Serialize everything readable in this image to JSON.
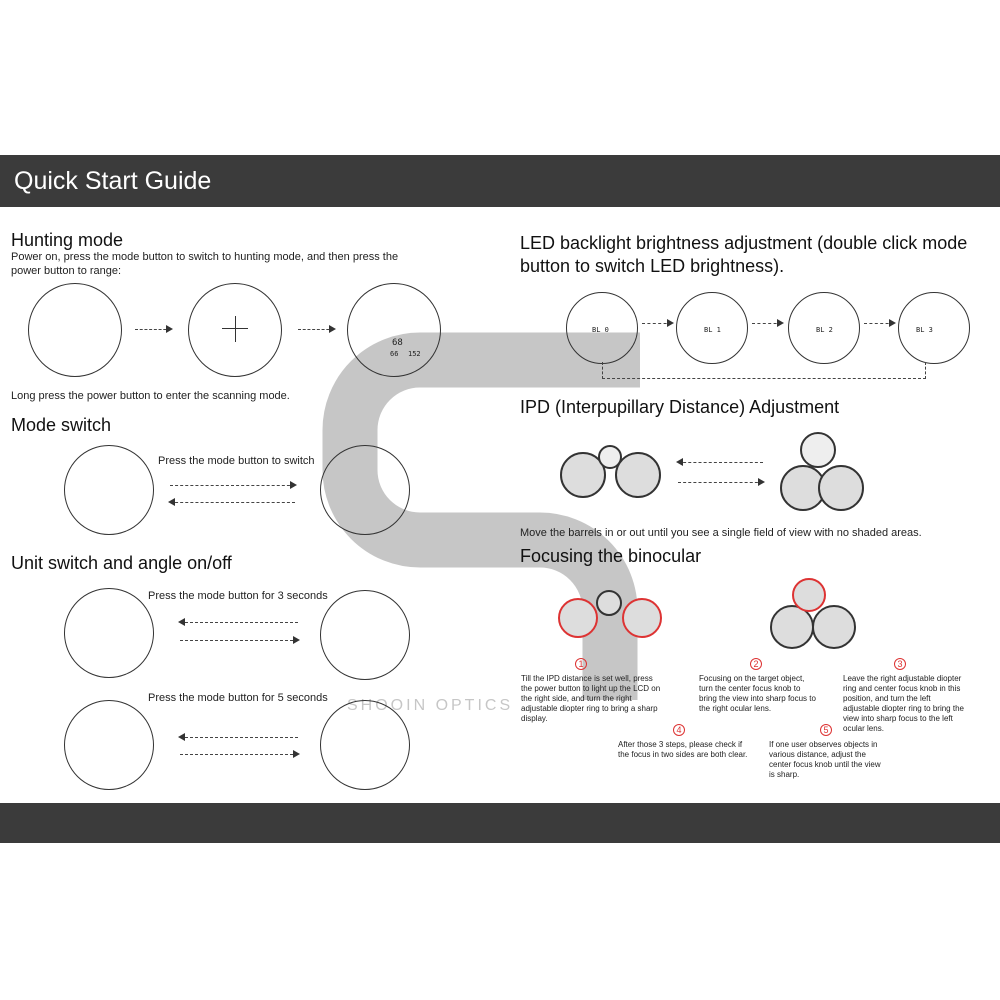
{
  "header": {
    "title": "Quick Start Guide"
  },
  "hunting": {
    "title": "Hunting mode",
    "desc": "Power on, press the mode button to switch to hunting mode, and then press the power button to range:",
    "note": "Long press the power button to enter the scanning mode.",
    "lcd_distance": "68",
    "lcd_angle": "66",
    "lcd_height": "152"
  },
  "mode_switch": {
    "title": "Mode switch",
    "instruction": "Press the mode button to switch"
  },
  "unit": {
    "title": "Unit switch and angle on/off",
    "instr_3s": "Press the mode button for 3 seconds",
    "instr_5s": "Press the mode button for 5 seconds"
  },
  "led": {
    "title": "LED backlight brightness adjustment (double click mode button to switch LED brightness).",
    "levels": [
      "BL 0",
      "BL 1",
      "BL 2",
      "BL 3"
    ]
  },
  "ipd": {
    "title": "IPD (Interpupillary Distance) Adjustment",
    "desc": "Move the barrels in or out until you see a single field of view with no shaded areas."
  },
  "focus": {
    "title": "Focusing the binocular",
    "steps": [
      {
        "n": "1",
        "text": "Till the IPD distance is set well, press the power button to light up the LCD on the right side, and turn the right adjustable diopter ring to bring a sharp display."
      },
      {
        "n": "2",
        "text": "Focusing on the target object, turn the center focus knob to bring the view into sharp focus to the right ocular lens."
      },
      {
        "n": "3",
        "text": "Leave the right adjustable diopter ring and center focus knob in this position, and turn the left adjustable diopter ring to bring the view into sharp focus to the left ocular lens."
      },
      {
        "n": "4",
        "text": "After those 3 steps, please check if the focus in two sides are both clear."
      },
      {
        "n": "5",
        "text": "If one user observes objects in various distance, adjust the center focus knob until the view is sharp."
      }
    ]
  },
  "watermark": {
    "text": "SHOOIN OPTICS"
  }
}
